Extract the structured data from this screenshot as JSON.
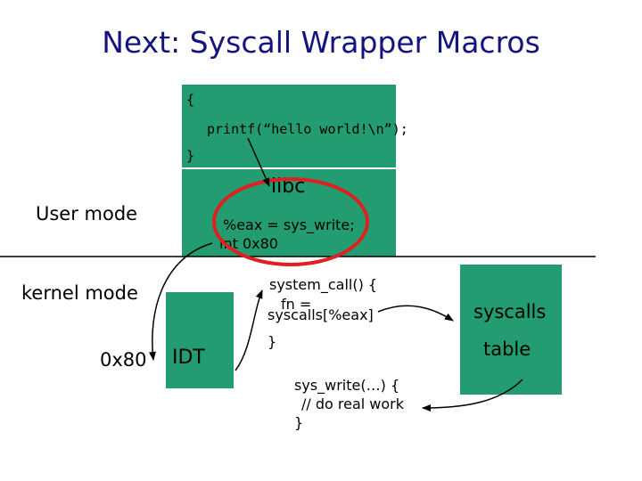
{
  "title": "Next: Syscall Wrapper Macros",
  "app_code": {
    "open": "{",
    "printf": "printf(“hello world!\\n”);",
    "close": "}"
  },
  "libc": {
    "label": "libc",
    "line1": "%eax = sys_write;",
    "line2": "int 0x80"
  },
  "labels": {
    "user_mode": "User mode",
    "kernel_mode": "kernel mode",
    "int_vector": "0x80",
    "idt": "IDT"
  },
  "kernel_code": {
    "system_call_open": "system_call() {",
    "fn_assign": "fn =",
    "syscalls_index": "syscalls[%eax]",
    "system_call_close": "}",
    "sys_write_open": "sys_write(…) {",
    "sys_write_body": "// do real work",
    "sys_write_close": "}"
  },
  "table": {
    "line1": "syscalls",
    "line2": "table"
  },
  "colors": {
    "box_fill": "#239c71",
    "title": "#141480",
    "highlight": "#e02020"
  }
}
